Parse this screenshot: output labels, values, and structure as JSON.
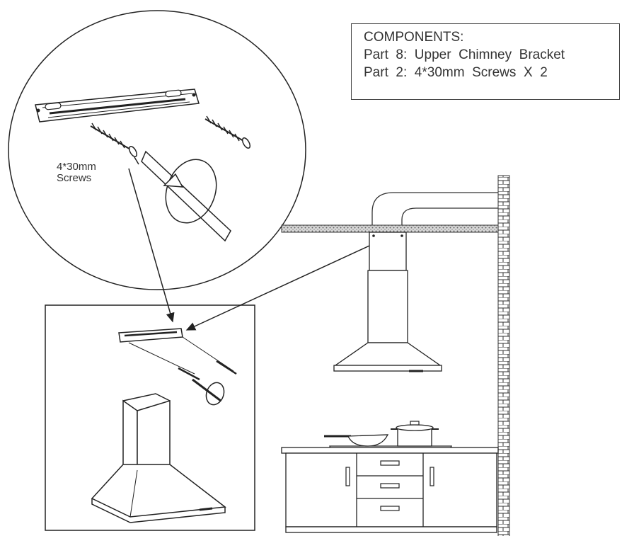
{
  "components": {
    "title": "COMPONENTS:",
    "lines": [
      "Part  8:  Upper  Chimney  Bracket",
      "Part  2:  4*30mm  Screws  X  2"
    ]
  },
  "callout": {
    "label_line1": "4*30mm",
    "label_line2": "Screws"
  },
  "colors": {
    "line": "#222222",
    "wall_fill": "#ffffff",
    "ceiling_fill": "#bbbbbb"
  }
}
